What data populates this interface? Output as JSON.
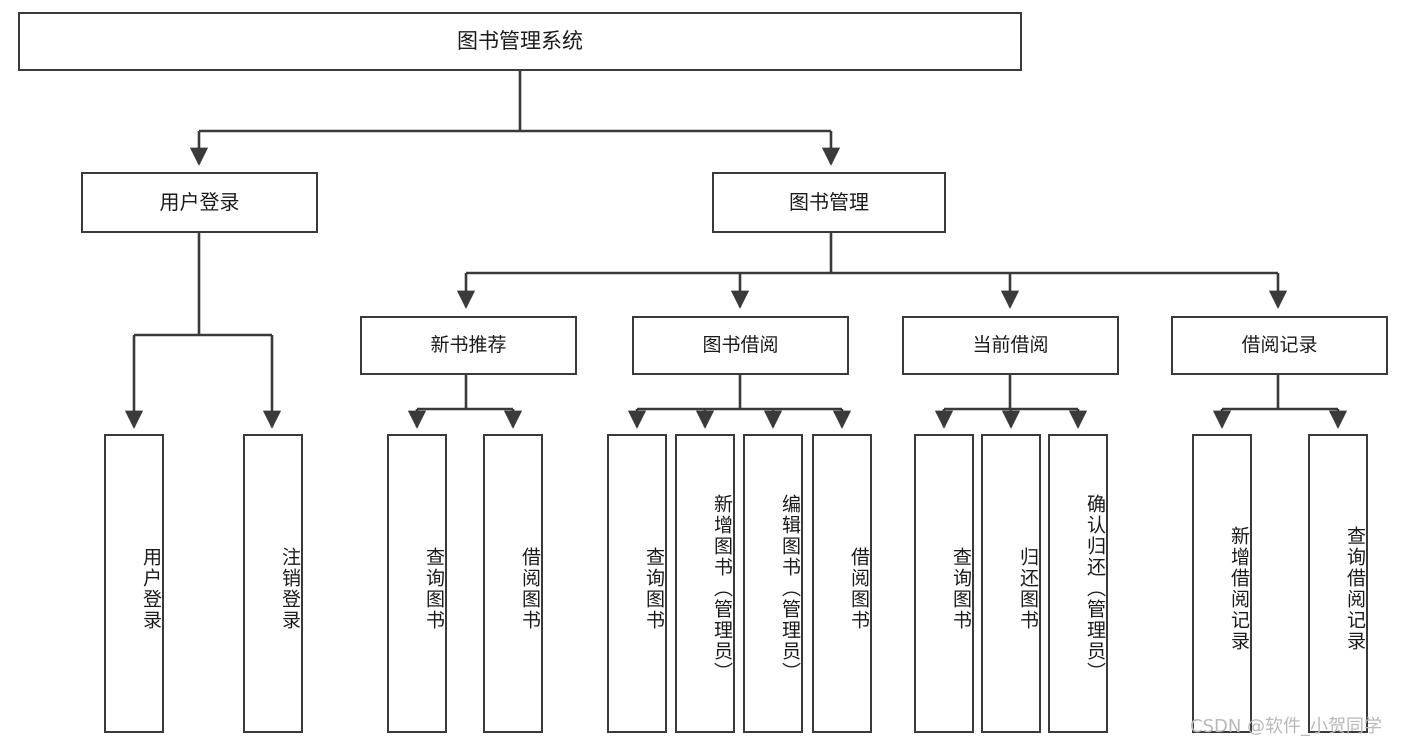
{
  "diagram": {
    "title": "图书管理系统",
    "watermark": "CSDN @软件_小贺同学",
    "stroke_color": "#3a3a3a",
    "fill_color": "#ffffff",
    "text_color": "#1a1a1a",
    "watermark_color": "#b9b9b9"
  },
  "nodes": {
    "root": {
      "label": "图书管理系统"
    },
    "level2": [
      {
        "label": "用户登录"
      },
      {
        "label": "图书管理"
      }
    ],
    "level3": [
      {
        "label": "新书推荐"
      },
      {
        "label": "图书借阅"
      },
      {
        "label": "当前借阅"
      },
      {
        "label": "借阅记录"
      }
    ],
    "leaves": [
      {
        "label": "用户登录",
        "parent": "用户登录"
      },
      {
        "label": "注销登录",
        "parent": "用户登录"
      },
      {
        "label": "查询图书",
        "parent": "新书推荐"
      },
      {
        "label": "借阅图书",
        "parent": "新书推荐"
      },
      {
        "label": "查询图书",
        "parent": "图书借阅"
      },
      {
        "label": "新增图书（管理员）",
        "parent": "图书借阅"
      },
      {
        "label": "编辑图书（管理员）",
        "parent": "图书借阅"
      },
      {
        "label": "借阅图书",
        "parent": "图书借阅"
      },
      {
        "label": "查询图书",
        "parent": "当前借阅"
      },
      {
        "label": "归还图书",
        "parent": "当前借阅"
      },
      {
        "label": "确认归还（管理员）",
        "parent": "当前借阅"
      },
      {
        "label": "新增借阅记录",
        "parent": "借阅记录"
      },
      {
        "label": "查询借阅记录",
        "parent": "借阅记录"
      }
    ]
  }
}
